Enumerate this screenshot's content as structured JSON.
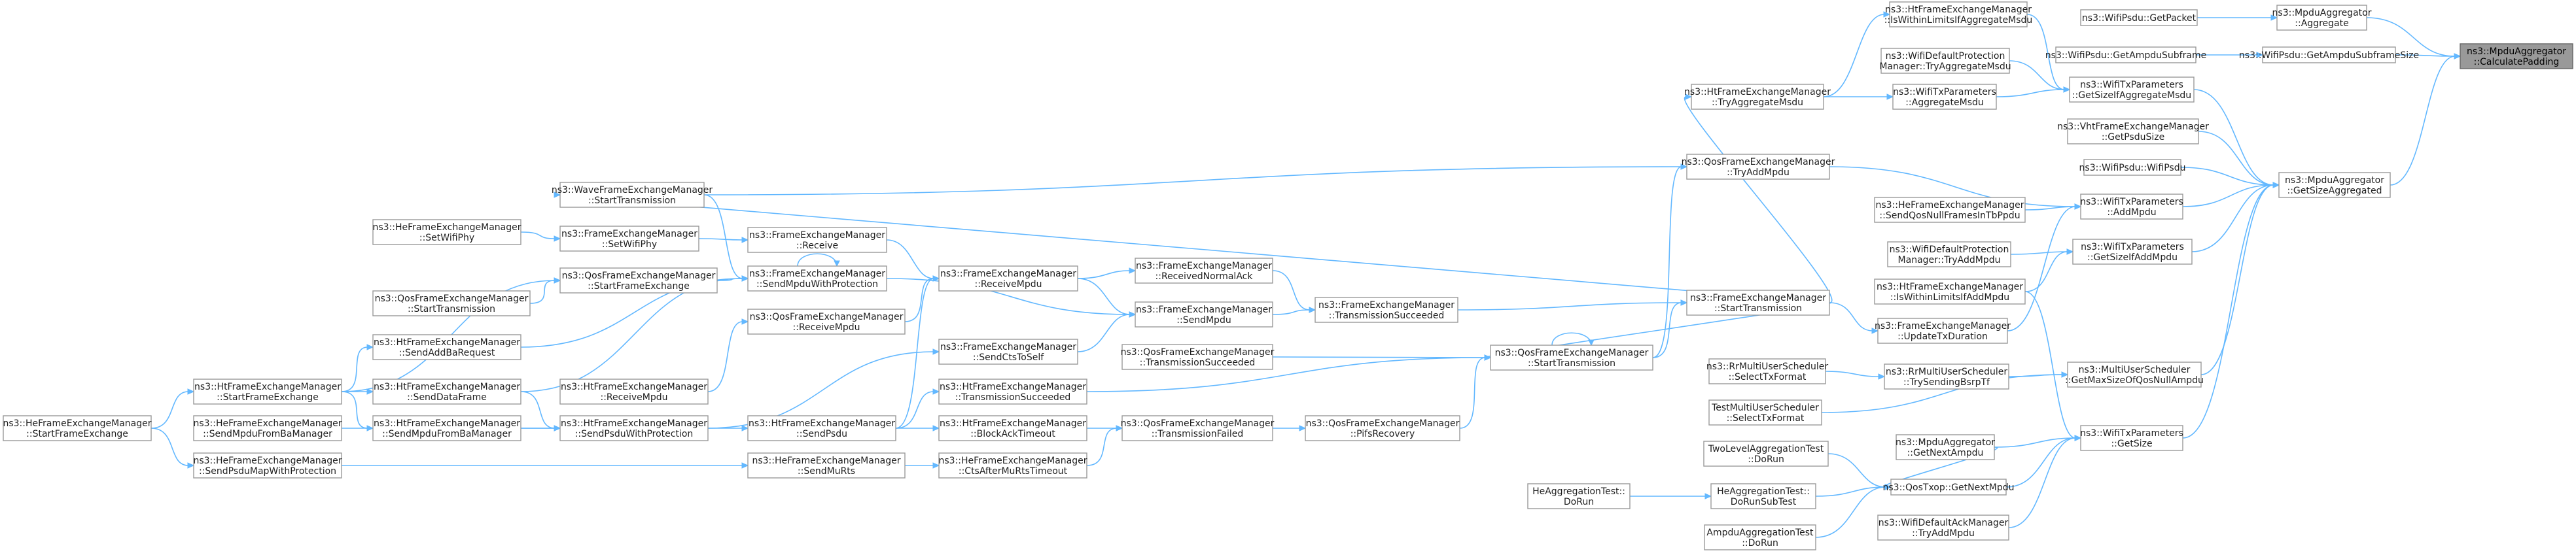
{
  "colors": {
    "edge": "#63b8ff",
    "node_border": "#999999",
    "root_fill": "#999999",
    "background": "#ffffff"
  },
  "nodes": [
    {
      "id": "root",
      "lines": [
        "ns3::MpduAggregator",
        "::CalculatePadding"
      ],
      "root": true
    },
    {
      "id": "aggregate",
      "lines": [
        "ns3::MpduAggregator",
        "::Aggregate"
      ]
    },
    {
      "id": "getpacket",
      "lines": [
        "ns3::WifiPsdu::GetPacket"
      ]
    },
    {
      "id": "getampdusubframesize",
      "lines": [
        "ns3::WifiPsdu::GetAmpduSubframeSize"
      ]
    },
    {
      "id": "getampdusubframe",
      "lines": [
        "ns3::WifiPsdu::GetAmpduSubframe"
      ]
    },
    {
      "id": "getsizeaggregated",
      "lines": [
        "ns3::MpduAggregator",
        "::GetSizeAggregated"
      ]
    },
    {
      "id": "txp_getsizeifaggmsdu",
      "lines": [
        "ns3::WifiTxParameters",
        "::GetSizeIfAggregateMsdu"
      ]
    },
    {
      "id": "vht_getpsdusize",
      "lines": [
        "ns3::VhtFrameExchangeManager",
        "::GetPsduSize"
      ]
    },
    {
      "id": "wifipsdu_ctor",
      "lines": [
        "ns3::WifiPsdu::WifiPsdu"
      ]
    },
    {
      "id": "txp_addmpdu",
      "lines": [
        "ns3::WifiTxParameters",
        "::AddMpdu"
      ]
    },
    {
      "id": "txp_getsizeifaddmpdu",
      "lines": [
        "ns3::WifiTxParameters",
        "::GetSizeIfAddMpdu"
      ]
    },
    {
      "id": "mus_getmaxsizeofqosnullampdu",
      "lines": [
        "ns3::MultiUserScheduler",
        "::GetMaxSizeOfQosNullAmpdu"
      ]
    },
    {
      "id": "txp_getsize",
      "lines": [
        "ns3::WifiTxParameters",
        "::GetSize"
      ]
    },
    {
      "id": "ht_iswithinlimitsifaggmsdu",
      "lines": [
        "ns3::HtFrameExchangeManager",
        "::IsWithinLimitsIfAggregateMsdu"
      ]
    },
    {
      "id": "wdp_tryaggregatemsdu",
      "lines": [
        "ns3::WifiDefaultProtection",
        "Manager::TryAggregateMsdu"
      ]
    },
    {
      "id": "txp_aggregatemsdu",
      "lines": [
        "ns3::WifiTxParameters",
        "::AggregateMsdu"
      ]
    },
    {
      "id": "ht_tryaggregatemsdu",
      "lines": [
        "ns3::HtFrameExchangeManager",
        "::TryAggregateMsdu"
      ]
    },
    {
      "id": "qos_tryaddmpdu",
      "lines": [
        "ns3::QosFrameExchangeManager",
        "::TryAddMpdu"
      ]
    },
    {
      "id": "he_sendqosnullframesintbppdu",
      "lines": [
        "ns3::HeFrameExchangeManager",
        "::SendQosNullFramesInTbPpdu"
      ]
    },
    {
      "id": "wdp_tryaddmpdu",
      "lines": [
        "ns3::WifiDefaultProtection",
        "Manager::TryAddMpdu"
      ]
    },
    {
      "id": "ht_iswithinlimitsifaddmpdu",
      "lines": [
        "ns3::HtFrameExchangeManager",
        "::IsWithinLimitsIfAddMpdu"
      ]
    },
    {
      "id": "fem_updatetxduration",
      "lines": [
        "ns3::FrameExchangeManager",
        "::UpdateTxDuration"
      ]
    },
    {
      "id": "fem_starttransmission",
      "lines": [
        "ns3::FrameExchangeManager",
        "::StartTransmission"
      ]
    },
    {
      "id": "rr_selecttxformat",
      "lines": [
        "ns3::RrMultiUserScheduler",
        "::SelectTxFormat"
      ]
    },
    {
      "id": "rr_trysendingbsrptf",
      "lines": [
        "ns3::RrMultiUserScheduler",
        "::TrySendingBsrpTf"
      ]
    },
    {
      "id": "test_selecttxformat",
      "lines": [
        "TestMultiUserScheduler",
        "::SelectTxFormat"
      ]
    },
    {
      "id": "mpduagg_getnextampdu",
      "lines": [
        "ns3::MpduAggregator",
        "::GetNextAmpdu"
      ]
    },
    {
      "id": "twolevel_dorun",
      "lines": [
        "TwoLevelAggregationTest",
        "::DoRun"
      ]
    },
    {
      "id": "qostxop_getnextmpdu",
      "lines": [
        "ns3::QosTxop::GetNextMpdu"
      ]
    },
    {
      "id": "heagg_dorunsubtest",
      "lines": [
        "HeAggregationTest::",
        "DoRunSubTest"
      ]
    },
    {
      "id": "heagg_dorun",
      "lines": [
        "HeAggregationTest::",
        "DoRun"
      ]
    },
    {
      "id": "wdam_tryaddmpdu",
      "lines": [
        "ns3::WifiDefaultAckManager",
        "::TryAddMpdu"
      ]
    },
    {
      "id": "ampduagg_dorun",
      "lines": [
        "AmpduAggregationTest",
        "::DoRun"
      ]
    },
    {
      "id": "wave_starttransmission",
      "lines": [
        "ns3::WaveFrameExchangeManager",
        "::StartTransmission"
      ]
    },
    {
      "id": "qos_starttransmission",
      "lines": [
        "ns3::QosFrameExchangeManager",
        "::StartTransmission"
      ]
    },
    {
      "id": "fem_transmissionsucceeded",
      "lines": [
        "ns3::FrameExchangeManager",
        "::TransmissionSucceeded"
      ]
    },
    {
      "id": "qos_transmissionsucceeded",
      "lines": [
        "ns3::QosFrameExchangeManager",
        "::TransmissionSucceeded"
      ]
    },
    {
      "id": "ht_transmissionsucceeded",
      "lines": [
        "ns3::HtFrameExchangeManager",
        "::TransmissionSucceeded"
      ]
    },
    {
      "id": "qos_pifsrecovery",
      "lines": [
        "ns3::QosFrameExchangeManager",
        "::PifsRecovery"
      ]
    },
    {
      "id": "qos_transmissionfailed",
      "lines": [
        "ns3::QosFrameExchangeManager",
        "::TransmissionFailed"
      ]
    },
    {
      "id": "fem_receivednormalack",
      "lines": [
        "ns3::FrameExchangeManager",
        "::ReceivedNormalAck"
      ]
    },
    {
      "id": "fem_sendmpdu",
      "lines": [
        "ns3::FrameExchangeManager",
        "::SendMpdu"
      ]
    },
    {
      "id": "fem_receivempdu",
      "lines": [
        "ns3::FrameExchangeManager",
        "::ReceiveMpdu"
      ]
    },
    {
      "id": "fem_sendctstoself",
      "lines": [
        "ns3::FrameExchangeManager",
        "::SendCtsToSelf"
      ]
    },
    {
      "id": "ht_blockacktimeout",
      "lines": [
        "ns3::HtFrameExchangeManager",
        "::BlockAckTimeout"
      ]
    },
    {
      "id": "he_ctsaftermurtstimeout",
      "lines": [
        "ns3::HeFrameExchangeManager",
        "::CtsAfterMuRtsTimeout"
      ]
    },
    {
      "id": "fem_receive",
      "lines": [
        "ns3::FrameExchangeManager",
        "::Receive"
      ]
    },
    {
      "id": "fem_sendmpduwithprotection",
      "lines": [
        "ns3::FrameExchangeManager",
        "::SendMpduWithProtection"
      ]
    },
    {
      "id": "qos_receivempdu",
      "lines": [
        "ns3::QosFrameExchangeManager",
        "::ReceiveMpdu"
      ]
    },
    {
      "id": "ht_receivempdu",
      "lines": [
        "ns3::HtFrameExchangeManager",
        "::ReceiveMpdu"
      ]
    },
    {
      "id": "ht_sendpsdu",
      "lines": [
        "ns3::HtFrameExchangeManager",
        "::SendPsdu"
      ]
    },
    {
      "id": "ht_sendpsduwithprotection",
      "lines": [
        "ns3::HtFrameExchangeManager",
        "::SendPsduWithProtection"
      ]
    },
    {
      "id": "he_sendmurts",
      "lines": [
        "ns3::HeFrameExchangeManager",
        "::SendMuRts"
      ]
    },
    {
      "id": "fem_setwifiphy",
      "lines": [
        "ns3::FrameExchangeManager",
        "::SetWifiPhy"
      ]
    },
    {
      "id": "he_setwifiphy",
      "lines": [
        "ns3::HeFrameExchangeManager",
        "::SetWifiPhy"
      ]
    },
    {
      "id": "qos_startframeexchange",
      "lines": [
        "ns3::QosFrameExchangeManager",
        "::StartFrameExchange"
      ]
    },
    {
      "id": "qos_starttransmission_old",
      "lines": [
        "ns3::QosFrameExchangeManager",
        "::StartTransmission"
      ]
    },
    {
      "id": "ht_sendaddbarequest",
      "lines": [
        "ns3::HtFrameExchangeManager",
        "::SendAddBaRequest"
      ]
    },
    {
      "id": "ht_senddataframe",
      "lines": [
        "ns3::HtFrameExchangeManager",
        "::SendDataFrame"
      ]
    },
    {
      "id": "he_sendmpdufrombamanager",
      "lines": [
        "ns3::HeFrameExchangeManager",
        "::SendMpduFromBaManager"
      ]
    },
    {
      "id": "ht_sendmpdufrombamanager",
      "lines": [
        "ns3::HtFrameExchangeManager",
        "::SendMpduFromBaManager"
      ]
    },
    {
      "id": "he_sendpsdumapwithprotection",
      "lines": [
        "ns3::HeFrameExchangeManager",
        "::SendPsduMapWithProtection"
      ]
    },
    {
      "id": "ht_startframeexchange",
      "lines": [
        "ns3::HtFrameExchangeManager",
        "::StartFrameExchange"
      ]
    },
    {
      "id": "he_startframeexchange",
      "lines": [
        "ns3::HeFrameExchangeManager",
        "::StartFrameExchange"
      ]
    }
  ],
  "edges": [
    [
      "aggregate",
      "root"
    ],
    [
      "getampdusubframesize",
      "root"
    ],
    [
      "getsizeaggregated",
      "root"
    ],
    [
      "getpacket",
      "aggregate"
    ],
    [
      "getampdusubframe",
      "getampdusubframesize"
    ],
    [
      "txp_getsizeifaggmsdu",
      "getsizeaggregated"
    ],
    [
      "vht_getpsdusize",
      "getsizeaggregated"
    ],
    [
      "wifipsdu_ctor",
      "getsizeaggregated"
    ],
    [
      "txp_addmpdu",
      "getsizeaggregated"
    ],
    [
      "txp_getsizeifaddmpdu",
      "getsizeaggregated"
    ],
    [
      "mus_getmaxsizeofqosnullampdu",
      "getsizeaggregated"
    ],
    [
      "txp_getsize",
      "getsizeaggregated"
    ],
    [
      "ht_iswithinlimitsifaggmsdu",
      "txp_getsizeifaggmsdu"
    ],
    [
      "wdp_tryaggregatemsdu",
      "txp_getsizeifaggmsdu"
    ],
    [
      "txp_aggregatemsdu",
      "txp_getsizeifaggmsdu"
    ],
    [
      "ht_tryaggregatemsdu",
      "ht_iswithinlimitsifaggmsdu"
    ],
    [
      "ht_tryaggregatemsdu",
      "txp_aggregatemsdu"
    ],
    [
      "qos_tryaddmpdu",
      "txp_addmpdu"
    ],
    [
      "he_sendqosnullframesintbppdu",
      "txp_addmpdu"
    ],
    [
      "fem_updatetxduration",
      "txp_addmpdu"
    ],
    [
      "wdp_tryaddmpdu",
      "txp_getsizeifaddmpdu"
    ],
    [
      "ht_iswithinlimitsifaddmpdu",
      "txp_getsizeifaddmpdu"
    ],
    [
      "rr_trysendingbsrptf",
      "mus_getmaxsizeofqosnullampdu"
    ],
    [
      "test_selecttxformat",
      "mus_getmaxsizeofqosnullampdu"
    ],
    [
      "mpduagg_getnextampdu",
      "txp_getsize"
    ],
    [
      "qostxop_getnextmpdu",
      "txp_getsize"
    ],
    [
      "wdam_tryaddmpdu",
      "txp_getsize"
    ],
    [
      "ht_iswithinlimitsifaddmpdu",
      "txp_getsize"
    ],
    [
      "rr_selecttxformat",
      "rr_trysendingbsrptf"
    ],
    [
      "twolevel_dorun",
      "qostxop_getnextmpdu"
    ],
    [
      "heagg_dorunsubtest",
      "qostxop_getnextmpdu"
    ],
    [
      "ampduagg_dorun",
      "qostxop_getnextmpdu"
    ],
    [
      "mpduagg_getnextampdu",
      "qostxop_getnextmpdu"
    ],
    [
      "heagg_dorun",
      "heagg_dorunsubtest"
    ],
    [
      "wave_starttransmission",
      "qos_tryaddmpdu"
    ],
    [
      "qos_starttransmission",
      "qos_tryaddmpdu"
    ],
    [
      "fem_starttransmission",
      "ht_tryaggregatemsdu"
    ],
    [
      "fem_starttransmission",
      "wave_starttransmission"
    ],
    [
      "fem_starttransmission",
      "qos_starttransmission"
    ],
    [
      "fem_starttransmission",
      "fem_updatetxduration"
    ],
    [
      "fem_transmissionsucceeded",
      "fem_starttransmission"
    ],
    [
      "qos_starttransmission",
      "fem_starttransmission"
    ],
    [
      "qos_starttransmission",
      "qos_starttransmission"
    ],
    [
      "qos_transmissionsucceeded",
      "qos_starttransmission"
    ],
    [
      "ht_transmissionsucceeded",
      "qos_starttransmission"
    ],
    [
      "qos_pifsrecovery",
      "qos_starttransmission"
    ],
    [
      "fem_receivednormalack",
      "fem_transmissionsucceeded"
    ],
    [
      "fem_sendmpdu",
      "fem_transmissionsucceeded"
    ],
    [
      "qos_transmissionfailed",
      "qos_pifsrecovery"
    ],
    [
      "fem_receivempdu",
      "fem_receivednormalack"
    ],
    [
      "fem_sendmpduwithprotection",
      "fem_sendmpdu"
    ],
    [
      "fem_receivempdu",
      "fem_sendmpdu"
    ],
    [
      "fem_sendctstoself",
      "fem_sendmpdu"
    ],
    [
      "fem_receive",
      "fem_receivempdu"
    ],
    [
      "qos_receivempdu",
      "fem_receivempdu"
    ],
    [
      "ht_blockacktimeout",
      "qos_transmissionfailed"
    ],
    [
      "he_ctsaftermurtstimeout",
      "qos_transmissionfailed"
    ],
    [
      "ht_sendpsdu",
      "ht_blockacktimeout"
    ],
    [
      "he_sendmurts",
      "he_ctsaftermurtstimeout"
    ],
    [
      "ht_sendpsdu",
      "ht_transmissionsucceeded"
    ],
    [
      "ht_sendpsdu",
      "fem_receivempdu"
    ],
    [
      "ht_sendpsduwithprotection",
      "ht_sendpsdu"
    ],
    [
      "ht_sendpsduwithprotection",
      "fem_sendctstoself"
    ],
    [
      "ht_receivempdu",
      "qos_receivempdu"
    ],
    [
      "fem_setwifiphy",
      "fem_receive"
    ],
    [
      "he_setwifiphy",
      "fem_setwifiphy"
    ],
    [
      "qos_startframeexchange",
      "fem_sendmpduwithprotection"
    ],
    [
      "ht_senddataframe",
      "fem_sendmpduwithprotection"
    ],
    [
      "ht_sendaddbarequest",
      "fem_sendmpduwithprotection"
    ],
    [
      "wave_starttransmission",
      "fem_sendmpduwithprotection"
    ],
    [
      "fem_sendmpduwithprotection",
      "fem_sendmpduwithprotection"
    ],
    [
      "qos_starttransmission_old",
      "qos_startframeexchange"
    ],
    [
      "ht_startframeexchange",
      "qos_startframeexchange"
    ],
    [
      "ht_startframeexchange",
      "ht_sendaddbarequest"
    ],
    [
      "ht_startframeexchange",
      "ht_senddataframe"
    ],
    [
      "ht_startframeexchange",
      "ht_sendmpdufrombamanager"
    ],
    [
      "ht_senddataframe",
      "ht_sendpsduwithprotection"
    ],
    [
      "ht_sendmpdufrombamanager",
      "ht_sendpsduwithprotection"
    ],
    [
      "he_sendmpdufrombamanager",
      "ht_sendpsduwithprotection"
    ],
    [
      "he_sendpsdumapwithprotection",
      "he_sendmurts"
    ],
    [
      "he_startframeexchange",
      "ht_startframeexchange"
    ],
    [
      "he_startframeexchange",
      "he_sendpsdumapwithprotection"
    ]
  ]
}
